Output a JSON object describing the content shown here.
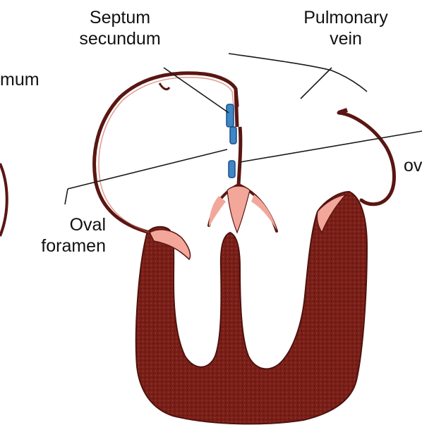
{
  "colors": {
    "myocardium": "#7a1f18",
    "myocardium_dark": "#4e120e",
    "wall_outline": "#5a1612",
    "valve_pink": "#f2a79a",
    "septum_blue": "#3f86c8",
    "leader_line": "#1a1a1a"
  },
  "labels": {
    "septum_secundum": {
      "line1": "Septum",
      "line2": "secundum"
    },
    "pulmonary_vein": {
      "line1": "Pulmonary",
      "line2": "vein"
    },
    "oval_foramen": {
      "line1": "Oval",
      "line2": "foramen"
    },
    "septum_primum_partial": "mum",
    "cut_right_partial": "ov"
  }
}
